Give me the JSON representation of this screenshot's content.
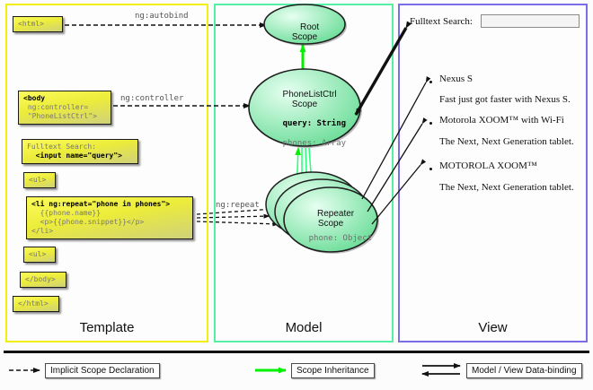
{
  "panels": {
    "template": {
      "label": "Template",
      "boxes": [
        {
          "name": "html-open",
          "lines": [
            {
              "t": "<html>",
              "b": false
            }
          ]
        },
        {
          "name": "body-open",
          "lines": [
            {
              "t": "<body",
              "b": true
            },
            {
              "t": " ng:controller=",
              "b": false
            },
            {
              "t": " \"PhoneListCtrl\">",
              "b": false
            }
          ]
        },
        {
          "name": "fulltext-search",
          "lines": [
            {
              "t": "Fulltext Search:",
              "b": false
            },
            {
              "t": "  <input name=\"query\">",
              "b": true
            }
          ]
        },
        {
          "name": "ul-open",
          "lines": [
            {
              "t": "<ul>",
              "b": false
            }
          ]
        },
        {
          "name": "li-repeat",
          "lines": [
            {
              "t": "<li ng:repeat=\"phone in phones\">",
              "b": true
            },
            {
              "t": "  {{phone.name}}",
              "b": false
            },
            {
              "t": "  <p>{{phone.snippet}}</p>",
              "b": false
            },
            {
              "t": "</li>",
              "b": false
            }
          ]
        },
        {
          "name": "ul-close",
          "lines": [
            {
              "t": "<ul>",
              "b": false
            }
          ]
        },
        {
          "name": "body-close",
          "lines": [
            {
              "t": "</body>",
              "b": false
            }
          ]
        },
        {
          "name": "html-close",
          "lines": [
            {
              "t": "</html>",
              "b": false
            }
          ]
        }
      ]
    },
    "model": {
      "label": "Model",
      "scopes": [
        {
          "name": "root-scope",
          "title": "Root\nScope",
          "props": []
        },
        {
          "name": "phonelistctrl-scope",
          "title": "PhoneListCtrl\nScope",
          "props": [
            {
              "t": "query: String",
              "strong": true
            },
            {
              "t": "phones: Array",
              "strong": false
            }
          ]
        },
        {
          "name": "repeater-scope",
          "title": "Repeater\nScope",
          "props": [
            {
              "t": "phone: Object",
              "strong": false
            }
          ]
        }
      ]
    },
    "view": {
      "label": "View",
      "search_label": "Fulltext Search:",
      "search_value": "",
      "items": [
        {
          "title": "Nexus S",
          "snippet": "Fast just got faster with Nexus S."
        },
        {
          "title": "Motorola XOOM™  with Wi-Fi",
          "snippet": "The Next, Next Generation tablet."
        },
        {
          "title": "MOTOROLA XOOM™",
          "snippet": "The Next, Next Generation tablet."
        }
      ]
    }
  },
  "edges": {
    "autobind": "ng:autobind",
    "controller": "ng:controller",
    "repeat": "ng:repeat"
  },
  "legend": [
    {
      "name": "implicit-scope-declaration",
      "label": "Implicit Scope Declaration",
      "style": "dashed-black"
    },
    {
      "name": "scope-inheritance",
      "label": "Scope Inheritance",
      "style": "solid-green"
    },
    {
      "name": "model-view-data-binding",
      "label": "Model / View Data-binding",
      "style": "double-black"
    }
  ],
  "colors": {
    "template_border": "#f2ee10",
    "model_border": "#55f0a6",
    "view_border": "#7b6ce8",
    "scope_green": "#79e6a0",
    "inheritance_green": "#00f000",
    "code_yellow": "#ecec3a"
  }
}
